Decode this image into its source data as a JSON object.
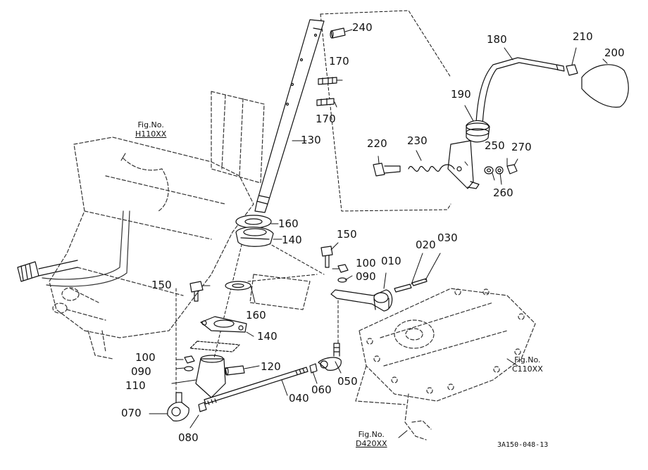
{
  "parts": {
    "p010": "010",
    "p020": "020",
    "p030": "030",
    "p040": "040",
    "p050": "050",
    "p060": "060",
    "p070": "070",
    "p080": "080",
    "p090a": "090",
    "p090b": "090",
    "p100a": "100",
    "p100b": "100",
    "p110": "110",
    "p120": "120",
    "p130": "130",
    "p140a": "140",
    "p140b": "140",
    "p150a": "150",
    "p150b": "150",
    "p160a": "160",
    "p160b": "160",
    "p170a": "170",
    "p170b": "170",
    "p180": "180",
    "p190": "190",
    "p200": "200",
    "p210": "210",
    "p220": "220",
    "p230": "230",
    "p240": "240",
    "p250": "250",
    "p260": "260",
    "p270": "270"
  },
  "references": {
    "h110": {
      "prefix": "Fig.No.",
      "code": "H110XX"
    },
    "c110": {
      "prefix": "Fig.No.",
      "code": "C110XX"
    },
    "d420": {
      "prefix": "Fig.No.",
      "code": "D420XX"
    }
  },
  "catalog_number": "3A150-048-13"
}
